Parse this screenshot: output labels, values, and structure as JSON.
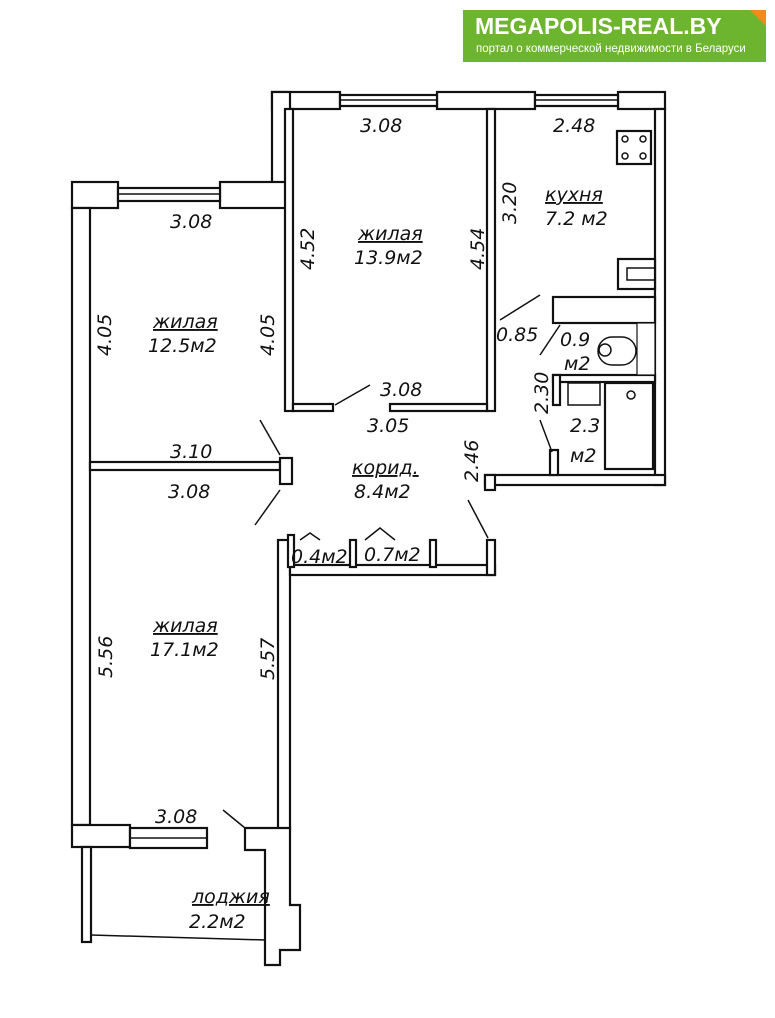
{
  "logo": {
    "title": "MEGAPOLIS-REAL.BY",
    "subtitle": "портал о коммерческой недвижимости в Беларуси",
    "color": "#6db52e"
  },
  "rooms": {
    "room1": {
      "name": "жилая",
      "area": "12.5м2"
    },
    "room2": {
      "name": "жилая",
      "area": "13.9м2"
    },
    "kitchen": {
      "name": "кухня",
      "area": "7.2 м2"
    },
    "wc": {
      "area1": "0.9",
      "area2": "м2"
    },
    "bath": {
      "area1": "2.3",
      "area2": "м2"
    },
    "corridor": {
      "name": "корид.",
      "area": "8.4м2"
    },
    "closet1": {
      "area": "0.4м2"
    },
    "closet2": {
      "area": "0.7м2"
    },
    "room3": {
      "name": "жилая",
      "area": "17.1м2"
    },
    "loggia": {
      "name": "лоджия",
      "area": "2.2м2"
    }
  },
  "dims": {
    "d1": "3.08",
    "d2": "2.48",
    "d3": "3.08",
    "d4": "4.52",
    "d5": "4.54",
    "d6": "3.20",
    "d7": "4.05",
    "d8": "4.05",
    "d9": "0.85",
    "d10": "3.08",
    "d11": "3.05",
    "d12": "2.30",
    "d13": "3.10",
    "d14": "3.08",
    "d15": "2.46",
    "d16": "5.56",
    "d17": "5.57",
    "d18": "3.08"
  }
}
